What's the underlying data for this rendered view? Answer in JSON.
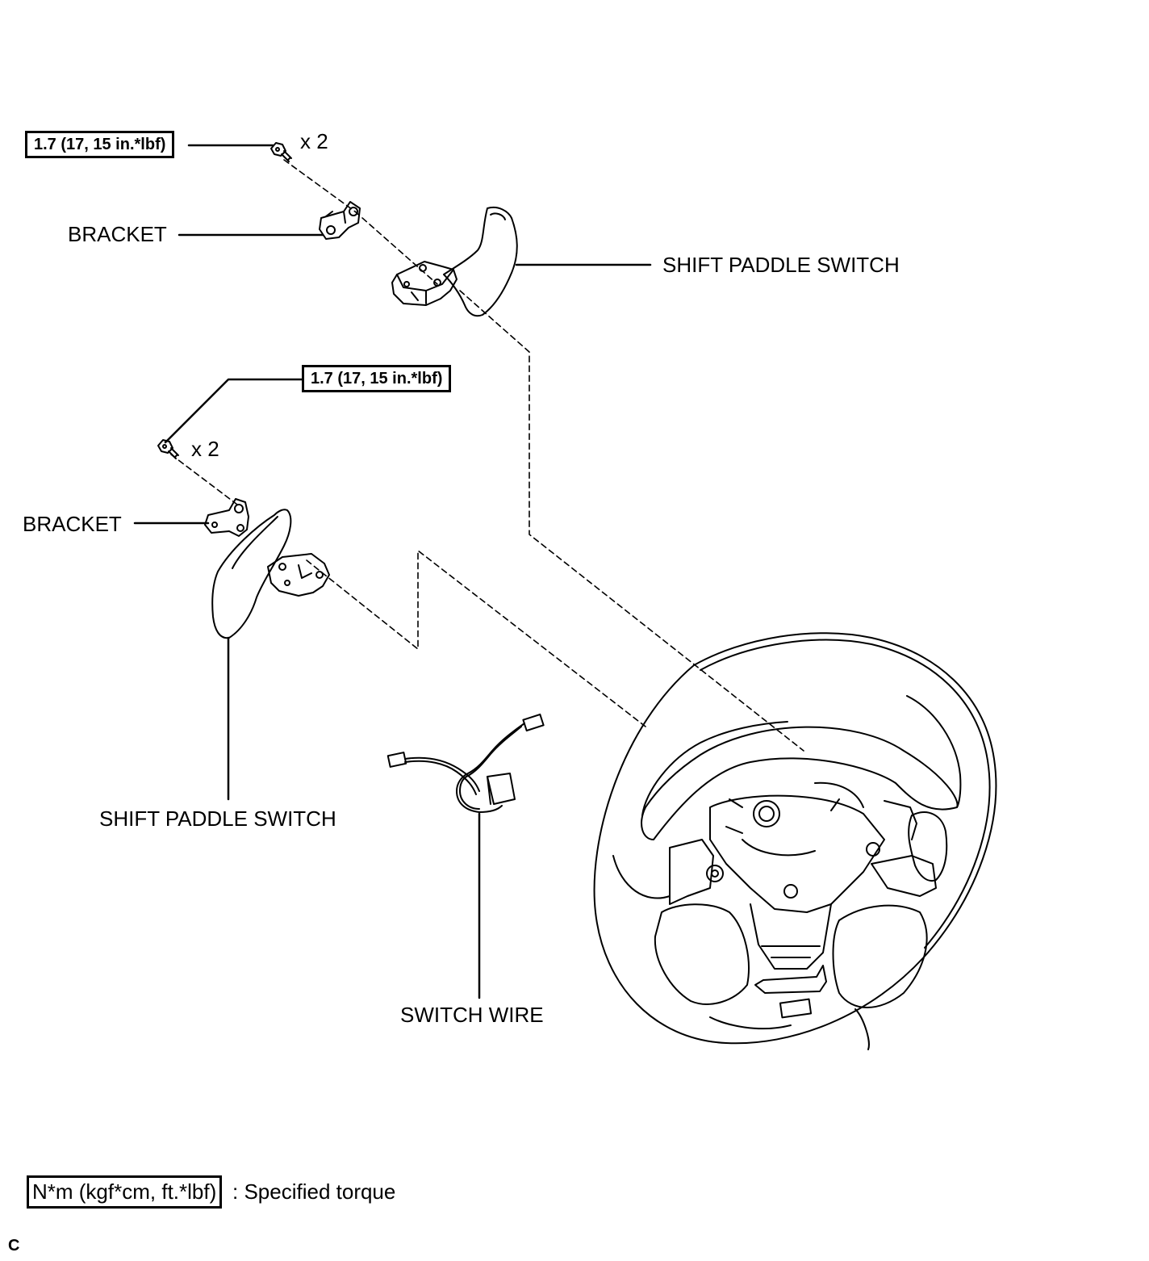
{
  "labels": {
    "torque_top": "1.7 (17, 15 in.*lbf)",
    "torque_mid": "1.7 (17, 15 in.*lbf)",
    "qty_top": "x 2",
    "qty_mid": "x 2",
    "bracket_top": "BRACKET",
    "bracket_mid": "BRACKET",
    "paddle_right": "SHIFT PADDLE SWITCH",
    "paddle_left": "SHIFT PADDLE SWITCH",
    "switch_wire": "SWITCH WIRE"
  },
  "legend": {
    "unit_box": "N*m (kgf*cm, ft.*lbf)",
    "description": ": Specified torque"
  },
  "corner_mark": "C"
}
